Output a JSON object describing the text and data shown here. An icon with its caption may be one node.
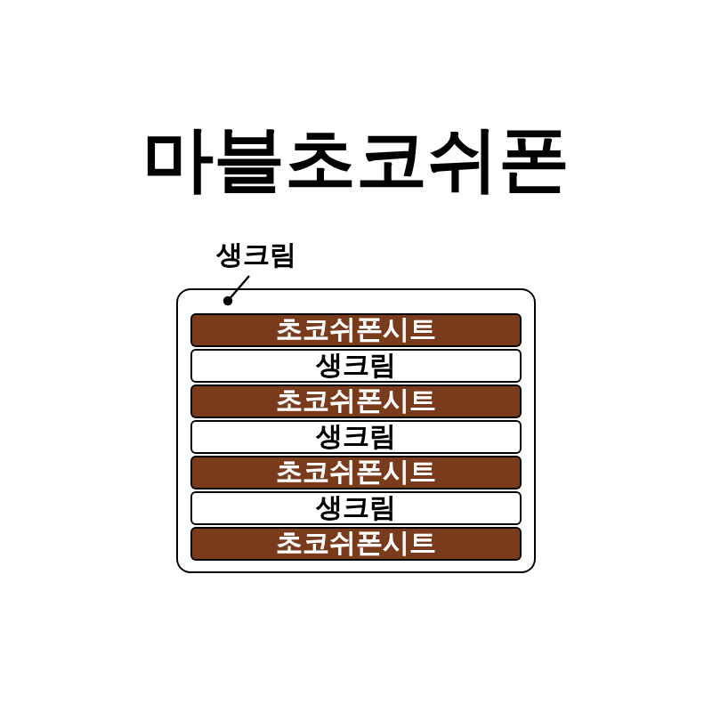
{
  "diagram": {
    "title": "마블초코쉬폰",
    "nodes": [
      {
        "text": [
          "생크림"
        ]
      },
      {
        "text": [],
        "shape": "box"
      },
      {
        "text": [
          "초코쉬폰시트"
        ],
        "in": 1
      },
      {
        "text": [
          "생크림"
        ],
        "in": 1
      },
      {
        "text": [
          "초코쉬폰시트"
        ],
        "in": 1
      },
      {
        "text": [
          "생크림"
        ],
        "in": 1
      },
      {
        "text": [
          "초코쉬폰시트"
        ],
        "in": 1
      },
      {
        "text": [
          "생크림"
        ],
        "in": 1
      },
      {
        "text": [
          "초코쉬폰시트"
        ],
        "in": 1
      }
    ],
    "edges": [
      {
        "from": 0,
        "to": 1,
        "arrow": "other"
      }
    ]
  }
}
